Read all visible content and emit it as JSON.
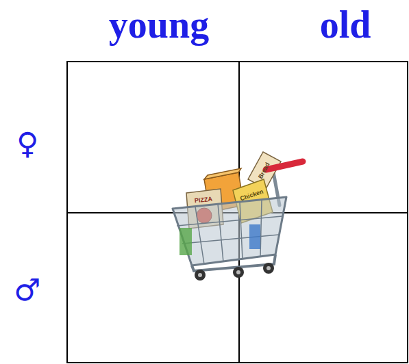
{
  "diagram": {
    "labels": [
      "young",
      "old",
      "♀",
      "♂",
      "PIZZA",
      "Chicken",
      "Bread"
    ]
  }
}
